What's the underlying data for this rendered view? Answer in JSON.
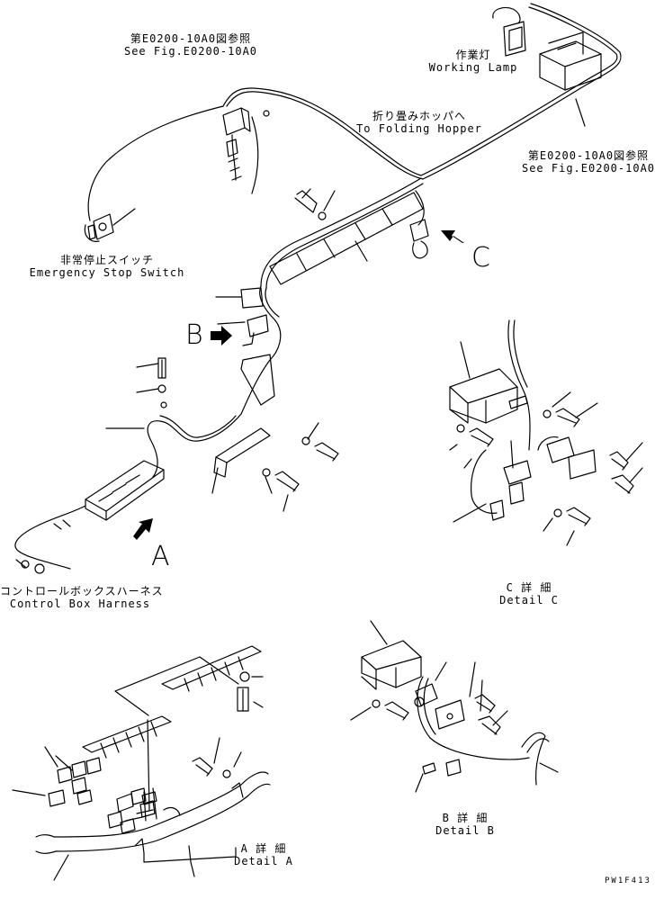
{
  "labels": {
    "ref_e0200_jp": "第E0200-10A0図参照",
    "ref_e0200_en": "See Fig.E0200-10A0",
    "working_lamp_jp": "作業灯",
    "working_lamp_en": "Working Lamp",
    "folding_hopper_jp": "折り畳みホッパへ",
    "folding_hopper_en": "To Folding Hopper",
    "emergency_stop_jp": "非常停止スイッチ",
    "emergency_stop_en": "Emergency Stop Switch",
    "control_box_jp": "コントロールボックスハーネス",
    "control_box_en": "Control Box Harness",
    "detail_c_jp": "C 詳 細",
    "detail_c_en": "Detail C",
    "detail_b_jp": "B 詳 細",
    "detail_b_en": "Detail B",
    "detail_a_jp": "A 詳 細",
    "detail_a_en": "Detail A",
    "drawing_code": "PW1F413"
  },
  "markers": {
    "a": "A",
    "b": "B",
    "c": "C"
  }
}
